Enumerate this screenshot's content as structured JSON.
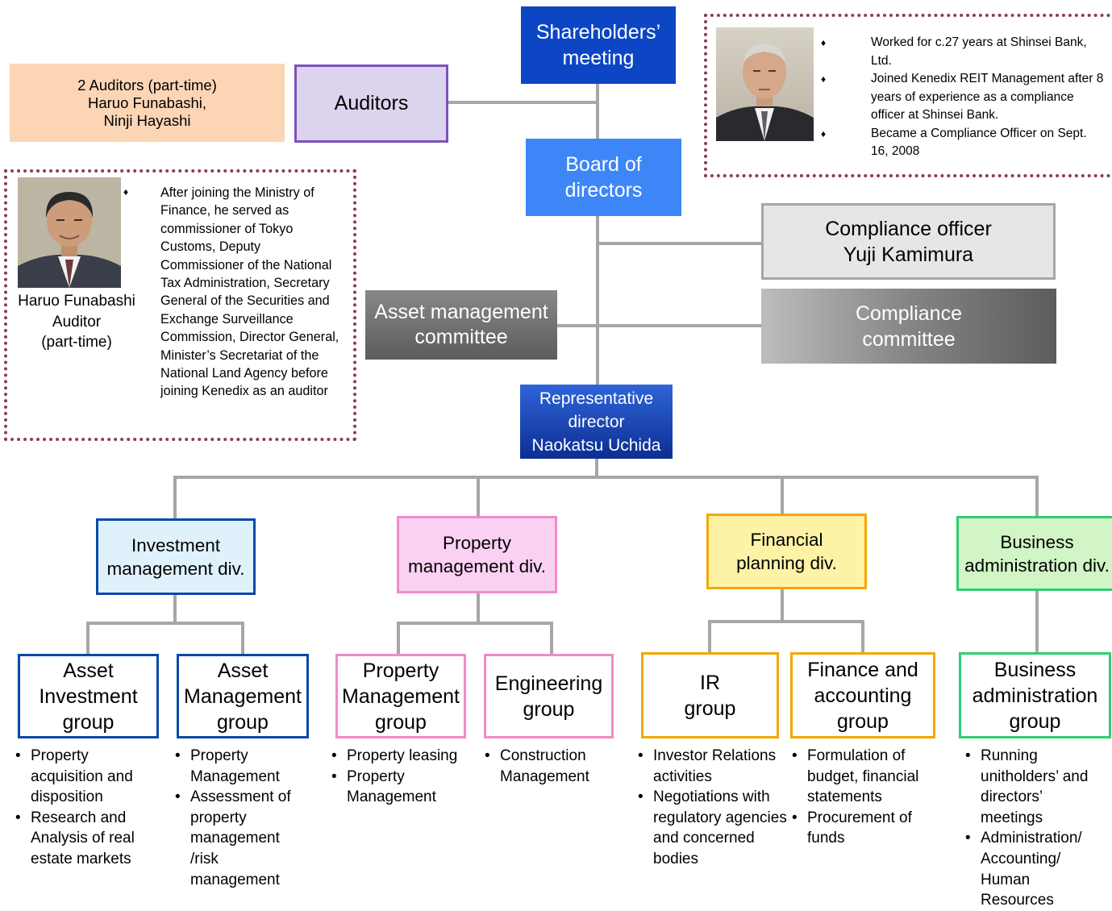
{
  "top": {
    "shareholders": [
      "Shareholders’",
      "meeting"
    ],
    "board": [
      "Board of",
      "directors"
    ],
    "auditors": "Auditors",
    "auditors_note": [
      "2 Auditors (part-time)",
      "Haruo Funabashi,",
      "Ninji Hayashi"
    ],
    "compliance_officer": [
      "Compliance officer",
      "Yuji Kamimura"
    ],
    "compliance_committee": [
      "Compliance",
      "committee"
    ],
    "asset_committee": [
      "Asset management",
      "committee"
    ],
    "representative": [
      "Representative",
      "director",
      "Naokatsu Uchida"
    ]
  },
  "bio_compliance": {
    "bullets": [
      "Worked for c.27 years at Shinsei Bank, Ltd.",
      "Joined Kenedix REIT Management after 8 years of experience as a compliance officer at Shinsei Bank.",
      "Became a Compliance Officer on Sept. 16, 2008"
    ]
  },
  "bio_auditor": {
    "name": "Haruo Funabashi",
    "role": "Auditor",
    "role2": "(part-time)",
    "bullet": "After joining the Ministry of Finance, he served as commissioner of Tokyo Customs, Deputy Commissioner of the National Tax Administration, Secretary General of the Securities and Exchange Surveillance Commission, Director General, Minister’s Secretariat of the National Land Agency before joining Kenedix as an auditor"
  },
  "divisions": [
    {
      "label": [
        "Investment",
        "management div."
      ],
      "color": "#0a49a8"
    },
    {
      "label": [
        "Property",
        "management div."
      ],
      "color": "#f08bc8"
    },
    {
      "label": [
        "Financial",
        "planning div."
      ],
      "color": "#f2a800"
    },
    {
      "label": [
        "Business",
        "administration div."
      ],
      "color": "#2ecf73"
    }
  ],
  "groups": [
    {
      "label": [
        "Asset",
        "Investment",
        "group"
      ],
      "duties": [
        "Property acquisition and disposition",
        "Research and Analysis of real estate markets"
      ]
    },
    {
      "label": [
        "Asset",
        "Management",
        "group"
      ],
      "duties": [
        "Property Management",
        "Assessment of property management /risk management"
      ]
    },
    {
      "label": [
        "Property",
        "Management",
        "group"
      ],
      "duties": [
        "Property leasing",
        "Property Management"
      ]
    },
    {
      "label": [
        "Engineering",
        "group"
      ],
      "duties": [
        "Construction Management"
      ]
    },
    {
      "label": [
        "IR",
        "group"
      ],
      "duties": [
        "Investor Relations activities",
        "Negotiations with regulatory agencies and concerned bodies"
      ]
    },
    {
      "label": [
        "Finance and",
        "accounting",
        "group"
      ],
      "duties": [
        "Formulation of budget, financial statements",
        "Procurement of funds"
      ]
    },
    {
      "label": [
        "Business",
        "administration",
        "group"
      ],
      "duties": [
        "Running unitholders’ and directors’ meetings",
        "Administration/ Accounting/ Human Resources"
      ]
    }
  ],
  "icons": [
    "person-photo-icon",
    "bullet-diamond-icon"
  ]
}
